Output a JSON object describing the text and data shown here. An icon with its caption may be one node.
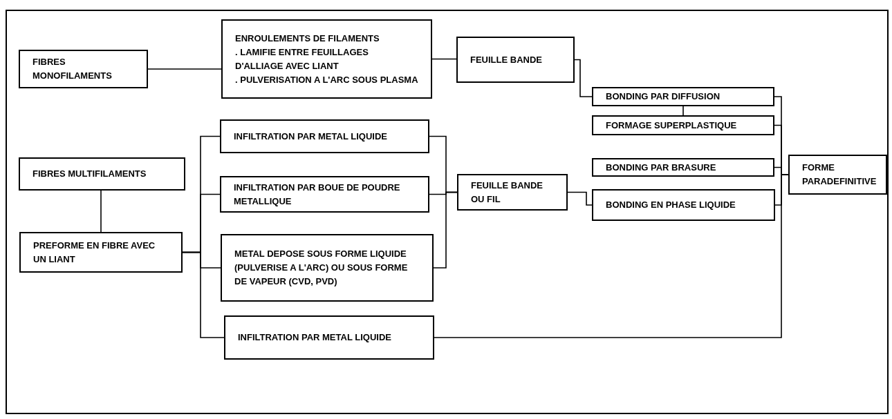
{
  "diagram": {
    "nodes": [
      {
        "text": [
          "FIBRES MONOFILAMENTS"
        ]
      },
      {
        "text": [
          "ENROULEMENTS DE FILAMENTS",
          ". LAMIFIE ENTRE FEUILLAGES D'ALLIAGE AVEC LIANT",
          ". PULVERISATION A L'ARC SOUS PLASMA"
        ]
      },
      {
        "text": [
          "FEUILLE BANDE"
        ]
      },
      {
        "text": [
          "FIBRES MULTIFILAMENTS"
        ]
      },
      {
        "text": [
          "PREFORME EN FIBRE AVEC UN LIANT"
        ]
      },
      {
        "text": [
          "INFILTRATION PAR METAL LIQUIDE"
        ]
      },
      {
        "text": [
          "INFILTRATION PAR BOUE DE POUDRE METALLIQUE"
        ]
      },
      {
        "text": [
          "METAL DEPOSE SOUS FORME LIQUIDE (PULVERISE A L'ARC) OU SOUS FORME DE VAPEUR (CVD, PVD)"
        ]
      },
      {
        "text": [
          "INFILTRATION PAR METAL LIQUIDE"
        ]
      },
      {
        "text": [
          "FEUILLE BANDE OU FIL"
        ]
      },
      {
        "text": [
          "BONDING PAR DIFFUSION"
        ]
      },
      {
        "text": [
          "FORMAGE SUPERPLASTIQUE"
        ]
      },
      {
        "text": [
          "BONDING PAR BRASURE"
        ]
      },
      {
        "text": [
          "BONDING EN PHASE LIQUIDE"
        ]
      },
      {
        "text": [
          "FORME PARADEFINITIVE"
        ]
      }
    ],
    "edges": [
      {
        "from": 0,
        "to": 1,
        "arrow": "none"
      },
      {
        "from": 1,
        "to": 2,
        "arrow": "none"
      },
      {
        "from": 3,
        "to": 4,
        "arrow": "none"
      },
      {
        "from": 4,
        "to": 5,
        "arrow": "none"
      },
      {
        "from": 4,
        "to": 6,
        "arrow": "none"
      },
      {
        "from": 4,
        "to": 7,
        "arrow": "none"
      },
      {
        "from": 4,
        "to": 8,
        "arrow": "none"
      },
      {
        "from": 5,
        "to": 9,
        "arrow": "none"
      },
      {
        "from": 6,
        "to": 9,
        "arrow": "none"
      },
      {
        "from": 7,
        "to": 9,
        "arrow": "none"
      },
      {
        "from": 2,
        "to": 10,
        "arrow": "none"
      },
      {
        "from": 9,
        "to": 13,
        "arrow": "none"
      },
      {
        "from": 10,
        "to": 11,
        "arrow": "none"
      },
      {
        "from": 10,
        "to": 14,
        "arrow": "none"
      },
      {
        "from": 11,
        "to": 14,
        "arrow": "none"
      },
      {
        "from": 12,
        "to": 14,
        "arrow": "none"
      },
      {
        "from": 13,
        "to": 14,
        "arrow": "none"
      },
      {
        "from": 8,
        "to": 14,
        "arrow": "none"
      }
    ]
  }
}
